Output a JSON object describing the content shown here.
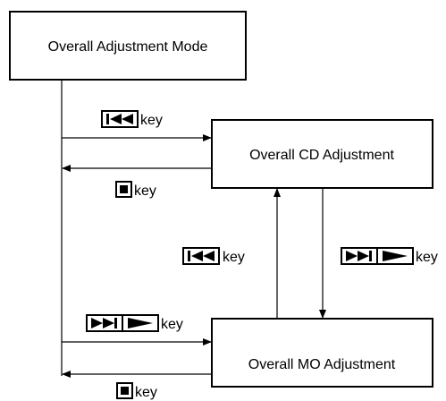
{
  "nodes": {
    "overall_mode": "Overall Adjustment Mode",
    "overall_cd": "Overall CD Adjustment",
    "overall_mo": "Overall MO Adjustment"
  },
  "keys": {
    "mode_to_cd": {
      "icon": "skip-back-icon",
      "label": "key"
    },
    "cd_to_mode": {
      "icon": "stop-icon",
      "label": "key"
    },
    "mo_to_cd": {
      "icon": "skip-back-icon",
      "label": "key"
    },
    "cd_to_mo": {
      "icon": "skip-forward-play-icon",
      "label": "key"
    },
    "mode_to_mo": {
      "icon": "skip-forward-play-icon",
      "label": "key"
    },
    "mo_to_mode": {
      "icon": "stop-icon",
      "label": "key"
    }
  }
}
